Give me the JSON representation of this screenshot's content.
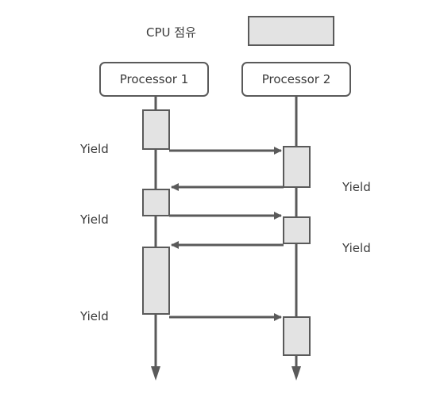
{
  "legend": {
    "label": "CPU 점유",
    "color": "#e3e3e3"
  },
  "processors": [
    {
      "name": "Processor 1"
    },
    {
      "name": "Processor 2"
    }
  ],
  "yield_label": "Yield",
  "colors": {
    "line": "#5a5a5a",
    "activation_fill": "#e3e3e3",
    "text": "#3a3a3a"
  },
  "flow": [
    {
      "from": "Processor 1",
      "to": "Processor 2",
      "label": "Yield"
    },
    {
      "from": "Processor 2",
      "to": "Processor 1",
      "label": "Yield"
    },
    {
      "from": "Processor 1",
      "to": "Processor 2",
      "label": "Yield"
    },
    {
      "from": "Processor 2",
      "to": "Processor 1",
      "label": "Yield"
    },
    {
      "from": "Processor 1",
      "to": "Processor 2",
      "label": "Yield"
    }
  ]
}
